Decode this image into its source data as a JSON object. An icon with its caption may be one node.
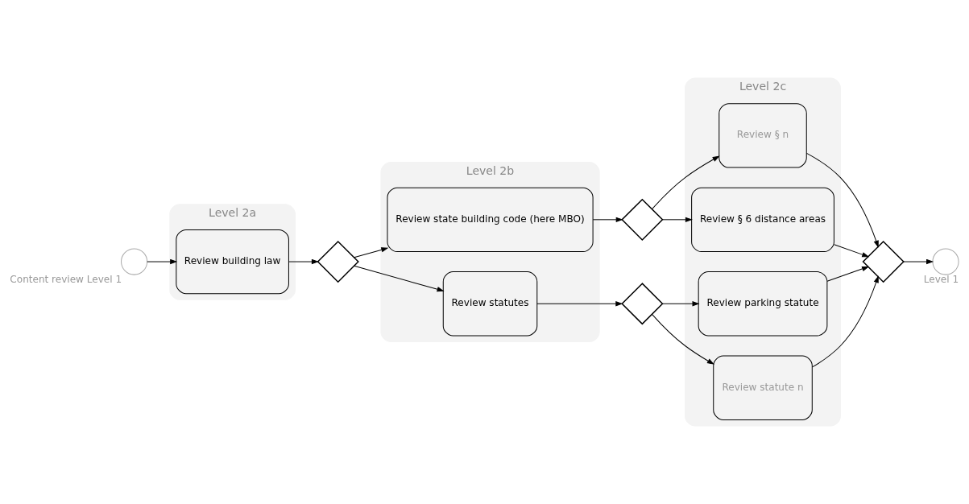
{
  "diagram": {
    "nodes": [
      {
        "text": [
          "Level 2a"
        ]
      },
      {
        "text": [
          "Level 2b"
        ]
      },
      {
        "text": [
          "Level 2c"
        ]
      },
      {
        "text": [],
        "shape": "circle",
        "beside": [
          "Content review Level 1"
        ]
      },
      {
        "text": [
          "Review building law"
        ],
        "in": 0
      },
      {
        "text": [],
        "shape": "diamond"
      },
      {
        "text": [
          "Review state building code (here MBO)"
        ],
        "in": 1
      },
      {
        "text": [
          "Review statutes"
        ],
        "in": 1
      },
      {
        "text": [],
        "shape": "diamond"
      },
      {
        "text": [],
        "shape": "diamond"
      },
      {
        "text": [
          "Review § n"
        ],
        "in": 2
      },
      {
        "text": [
          "Review § 6 distance areas"
        ],
        "in": 2
      },
      {
        "text": [
          "Review parking statute"
        ],
        "in": 2
      },
      {
        "text": [
          "Review statute n"
        ],
        "in": 2
      },
      {
        "text": [],
        "shape": "diamond"
      },
      {
        "text": [],
        "shape": "circle",
        "beside": [
          "Level 1"
        ]
      }
    ],
    "edges": [
      {
        "from": 3,
        "to": 4,
        "arrow": "to"
      },
      {
        "from": 4,
        "to": 5,
        "arrow": "to"
      },
      {
        "from": 5,
        "to": 6,
        "arrow": "to"
      },
      {
        "from": 5,
        "to": 7,
        "arrow": "to"
      },
      {
        "from": 6,
        "to": 8,
        "arrow": "to"
      },
      {
        "from": 8,
        "to": 10,
        "arrow": "to"
      },
      {
        "from": 8,
        "to": 11,
        "arrow": "to"
      },
      {
        "from": 7,
        "to": 9,
        "arrow": "to"
      },
      {
        "from": 9,
        "to": 12,
        "arrow": "to"
      },
      {
        "from": 9,
        "to": 13,
        "arrow": "to"
      },
      {
        "from": 10,
        "to": 14,
        "arrow": "to"
      },
      {
        "from": 11,
        "to": 14,
        "arrow": "to"
      },
      {
        "from": 12,
        "to": 14,
        "arrow": "to"
      },
      {
        "from": 13,
        "to": 14,
        "arrow": "to"
      },
      {
        "from": 14,
        "to": 15,
        "arrow": "to"
      }
    ]
  }
}
